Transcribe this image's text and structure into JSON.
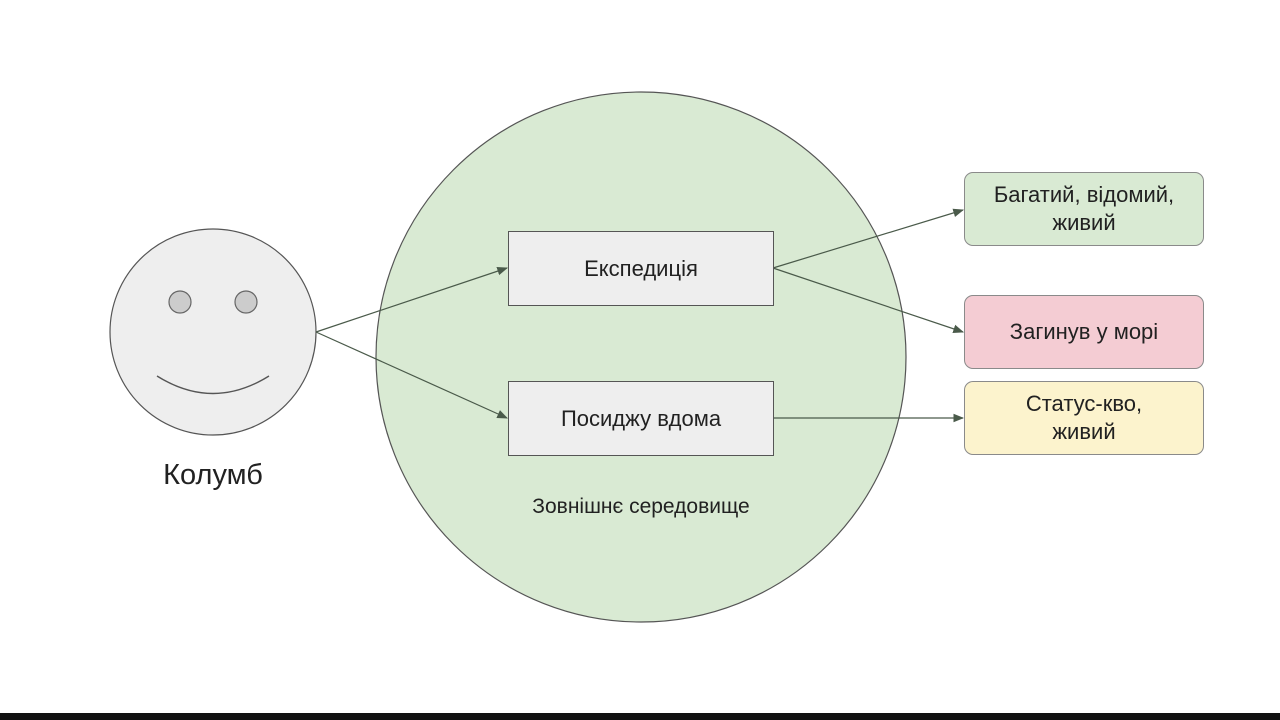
{
  "actor": {
    "name": "Колумб",
    "icon": "smiley-face-icon"
  },
  "environment": {
    "label": "Зовнішнє середовище",
    "color": "#d9ead3"
  },
  "actions": [
    {
      "label": "Експедиція"
    },
    {
      "label": "Посиджу вдома"
    }
  ],
  "outcomes": [
    {
      "label": "Багатий, відомий,\nживий",
      "color": "#d9ead3"
    },
    {
      "label": "Загинув у морі",
      "color": "#f4ccd3"
    },
    {
      "label": "Статус-кво,\nживий",
      "color": "#fcf3cd"
    }
  ],
  "colors": {
    "face": "#eeeeee",
    "action_box": "#eeeeee",
    "arrow": "#4a5a4a"
  }
}
